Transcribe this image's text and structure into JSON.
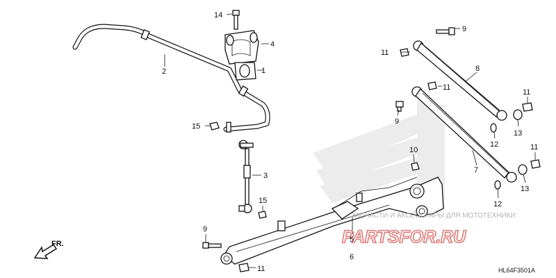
{
  "diagram_code": "HL64F3501A",
  "direction_marker": "FR.",
  "watermark": {
    "logo_text": "PARTSFOR.RU",
    "caption": "ЗАПЧАСТИ И АКСЕССУАРЫ ДЛЯ МОТОТЕХНИКИ"
  },
  "callouts": [
    {
      "text": "1"
    },
    {
      "text": "2"
    },
    {
      "text": "3"
    },
    {
      "text": "4"
    },
    {
      "text": "5"
    },
    {
      "text": "6"
    },
    {
      "text": "7"
    },
    {
      "text": "8"
    },
    {
      "text": "9"
    },
    {
      "text": "9"
    },
    {
      "text": "9"
    },
    {
      "text": "10"
    },
    {
      "text": "11"
    },
    {
      "text": "11"
    },
    {
      "text": "11"
    },
    {
      "text": "11"
    },
    {
      "text": "11"
    },
    {
      "text": "12"
    },
    {
      "text": "12"
    },
    {
      "text": "13"
    },
    {
      "text": "13"
    },
    {
      "text": "14"
    },
    {
      "text": "15"
    },
    {
      "text": "15"
    }
  ]
}
